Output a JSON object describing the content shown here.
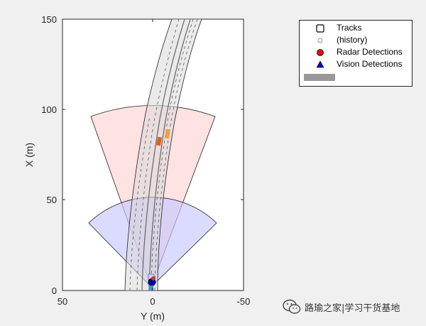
{
  "plot": {
    "y_axis_label": "X (m)",
    "x_axis_label": "Y (m)",
    "y_ticks": [
      "0",
      "50",
      "100",
      "150"
    ],
    "x_ticks": [
      "50",
      "0",
      "-50"
    ]
  },
  "legend": {
    "items": [
      {
        "label": "Tracks",
        "icon": "square-outline-icon"
      },
      {
        "label": "(history)",
        "icon": "small-circle-icon"
      },
      {
        "label": "Radar Detections",
        "icon": "red-circle-icon"
      },
      {
        "label": "Vision Detections",
        "icon": "blue-triangle-icon"
      },
      {
        "label": "",
        "icon": "gray-bar-icon"
      }
    ]
  },
  "watermark": {
    "text": "路瑜之家|学习干货基地",
    "icon": "wechat-icon"
  },
  "colors": {
    "background": "#f0f0f0",
    "axes_bg": "#ffffff",
    "radar_coverage": "#ffd0d0",
    "vision_coverage": "#cfcfff",
    "road": "#d9d9d9",
    "radar_detection": "#e04040",
    "vision_detection": "#0000cc",
    "track_orange": "#f0a040"
  }
}
